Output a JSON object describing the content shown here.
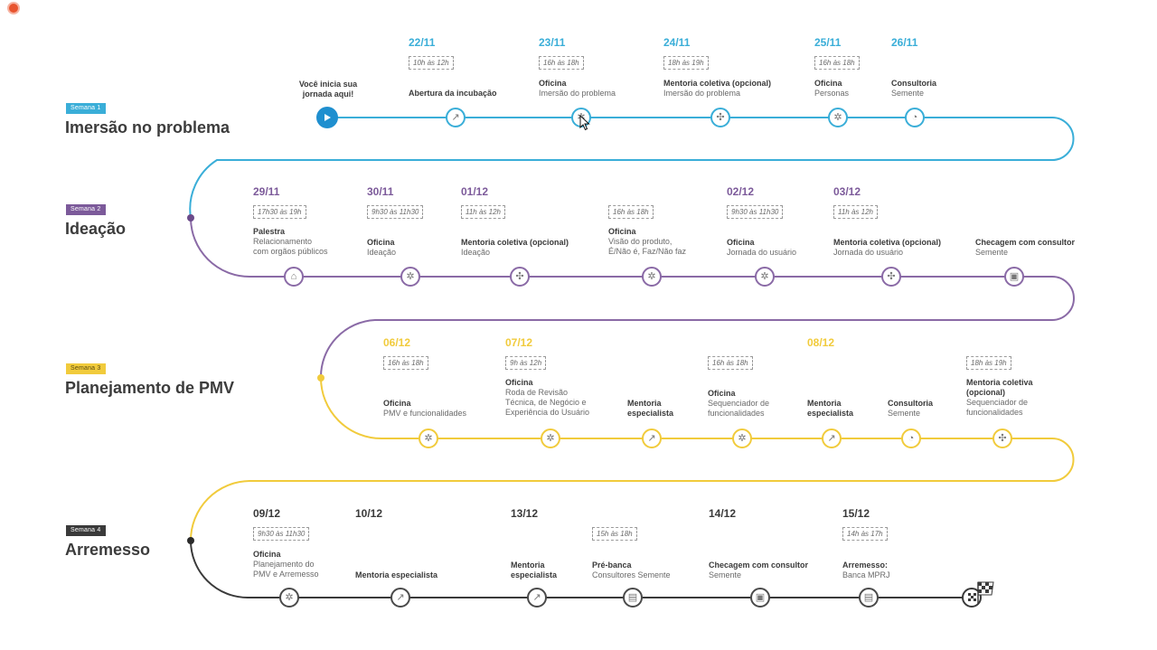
{
  "colors": {
    "w1": "#3aaed8",
    "w2": "#8a6aa6",
    "w3": "#f1cb3c",
    "w4": "#3a3a3a"
  },
  "intro": "Você inicia sua jornada aqui!",
  "weeks": [
    {
      "badge": "Semana 1",
      "title": "Imersão no problema",
      "dates": [
        "22/11",
        "23/11",
        "24/11",
        "25/11",
        "26/11"
      ],
      "times": [
        "10h às 12h",
        "16h às 18h",
        "18h às 19h",
        "16h às 18h"
      ],
      "events": [
        {
          "title": "Abertura da incubação",
          "desc": "",
          "icon": "rocket-icon"
        },
        {
          "title": "Oficina",
          "desc": "Imersão do problema",
          "icon": "gear-icon"
        },
        {
          "title": "Mentoria coletiva (opcional)",
          "desc": "Imersão do problema",
          "icon": "people-icon"
        },
        {
          "title": "Oficina",
          "desc": "Personas",
          "icon": "gear-icon"
        },
        {
          "title": "Consultoria",
          "desc": "Semente",
          "icon": "chat-icon"
        }
      ]
    },
    {
      "badge": "Semana 2",
      "title": "Ideação",
      "dates": [
        "29/11",
        "30/11",
        "01/12",
        "02/12",
        "03/12"
      ],
      "times": [
        "17h30 às 19h",
        "9h30 às 11h30",
        "11h às 12h",
        "16h às 18h",
        "9h30 às 11h30",
        "11h às 12h"
      ],
      "events": [
        {
          "title": "Palestra",
          "desc": "Relacionamento",
          "desc2": "com orgãos públicos",
          "icon": "building-icon"
        },
        {
          "title": "Oficina",
          "desc": "Ideação",
          "icon": "gear-icon"
        },
        {
          "title": "Mentoria coletiva (opcional)",
          "desc": "Ideação",
          "icon": "people-icon"
        },
        {
          "title": "Oficina",
          "desc": "Visão do produto,",
          "desc2": "É/Não é, Faz/Não faz",
          "icon": "gear-icon"
        },
        {
          "title": "Oficina",
          "desc": "Jornada do usuário",
          "icon": "gear-icon"
        },
        {
          "title": "Mentoria coletiva (opcional)",
          "desc": "Jornada do usuário",
          "icon": "people-icon"
        },
        {
          "title": "Checagem com consultor",
          "desc": "Semente",
          "icon": "screen-icon"
        }
      ]
    },
    {
      "badge": "Semana 3",
      "title": "Planejamento de PMV",
      "dates": [
        "06/12",
        "07/12",
        "08/12"
      ],
      "times": [
        "16h às 18h",
        "9h às 12h",
        "16h às 18h",
        "18h às 19h"
      ],
      "events": [
        {
          "title": "Oficina",
          "desc": "PMV e funcionalidades",
          "icon": "gear-icon"
        },
        {
          "title": "Oficina",
          "desc": "Roda de Revisão",
          "desc2": "Técnica, de Negócio e",
          "desc3": "Experiência do Usuário",
          "icon": "gear-icon"
        },
        {
          "title": "Mentoria",
          "title2": "especialista",
          "icon": "chart-icon"
        },
        {
          "title": "Oficina",
          "desc": "Sequenciador de",
          "desc2": "funcionalidades",
          "icon": "gear-icon"
        },
        {
          "title": "Mentoria",
          "title2": "especialista",
          "icon": "chart-icon"
        },
        {
          "title": "Consultoria",
          "desc": "Semente",
          "icon": "chat-icon"
        },
        {
          "title": "Mentoria coletiva",
          "title2": "(opcional)",
          "desc": "Sequenciador de",
          "desc2": "funcionalidades",
          "icon": "people-icon"
        }
      ]
    },
    {
      "badge": "Semana 4",
      "title": "Arremesso",
      "dates": [
        "09/12",
        "10/12",
        "13/12",
        "14/12",
        "15/12"
      ],
      "times": [
        "9h30 às 11h30",
        "15h às 18h",
        "14h às 17h"
      ],
      "events": [
        {
          "title": "Oficina",
          "desc": "Planejamento do",
          "desc2": "PMV e Arremesso",
          "icon": "gear-icon"
        },
        {
          "title": "Mentoria especialista",
          "icon": "chart-icon"
        },
        {
          "title": "Mentoria",
          "title2": "especialista",
          "icon": "chart-icon"
        },
        {
          "title": "Pré-banca",
          "desc": "Consultores Semente",
          "icon": "presenter-icon"
        },
        {
          "title": "Checagem com consultor",
          "desc": "Semente",
          "icon": "screen-icon"
        },
        {
          "title": "Arremesso:",
          "desc": "Banca MPRJ",
          "icon": "presenter-icon"
        },
        {
          "title": "",
          "icon": "finish-flag-icon"
        }
      ]
    }
  ]
}
